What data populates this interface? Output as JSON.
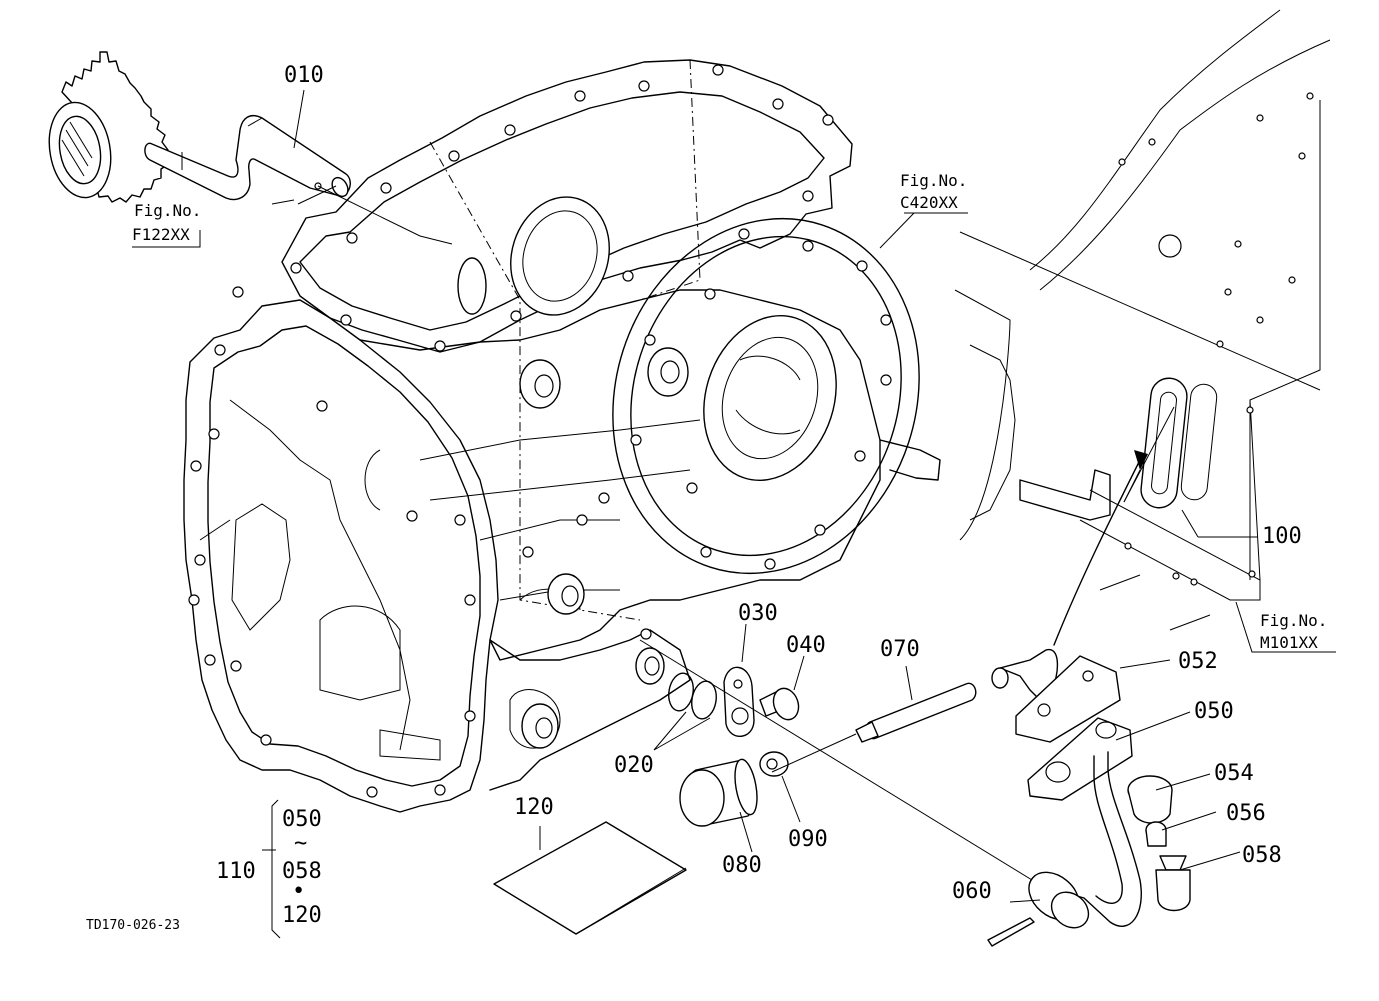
{
  "diagram": {
    "drawing_code": "TD170-026-23",
    "fig_refs": [
      {
        "prefix": "Fig.No.",
        "code": "F122XX"
      },
      {
        "prefix": "Fig.No.",
        "code": "C420XX"
      },
      {
        "prefix": "Fig.No.",
        "code": "M101XX"
      }
    ],
    "parts": [
      "010",
      "020",
      "030",
      "040",
      "050",
      "052",
      "054",
      "056",
      "058",
      "060",
      "070",
      "080",
      "090",
      "100",
      "120"
    ],
    "assembly": {
      "number": "110",
      "range_start": "050",
      "range_sep": "~",
      "range_end": "058",
      "plus_sep": "•",
      "extra": "120"
    }
  }
}
